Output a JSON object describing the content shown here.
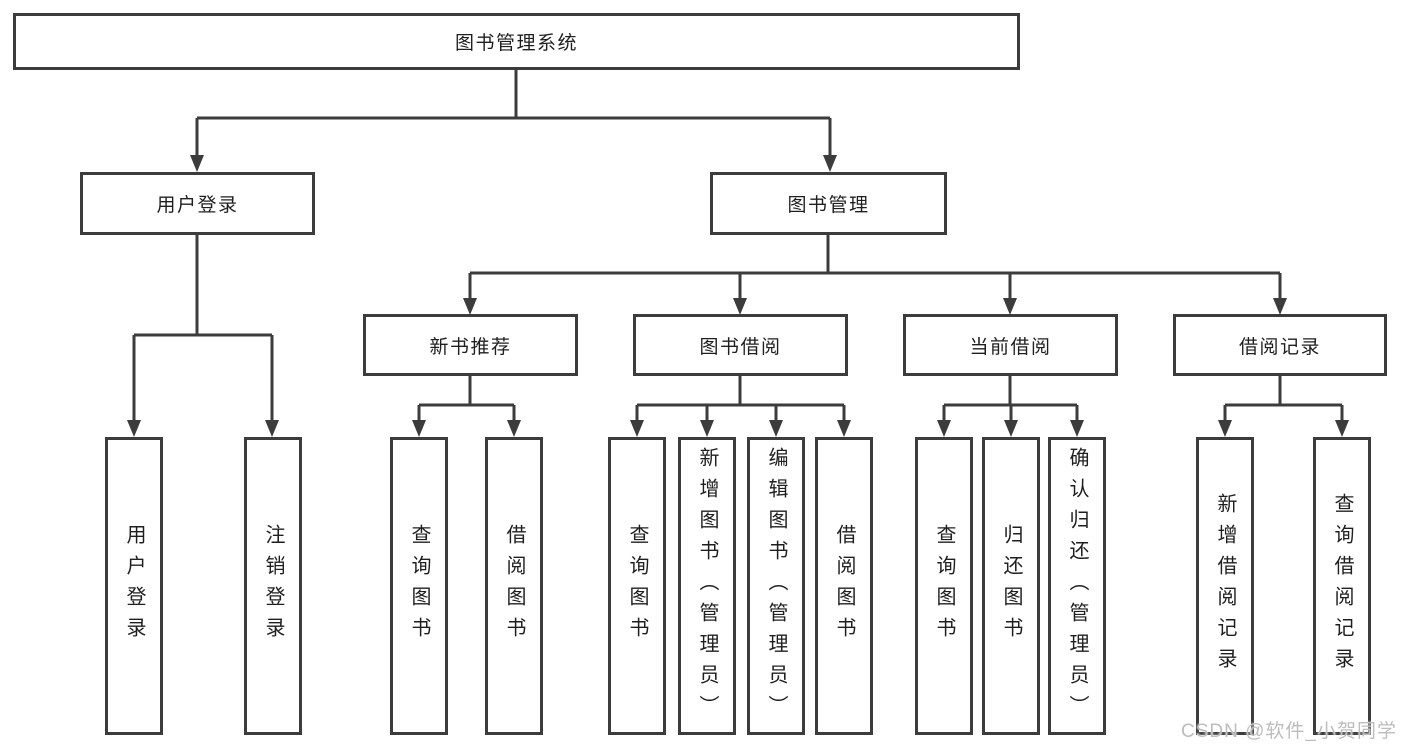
{
  "title": "图书管理系统",
  "watermark": "CSDN @软件_小贺同学",
  "colors": {
    "line": "#3c3c3c",
    "text": "#1f1f1f",
    "background": "#ffffff",
    "watermark": "#bdbdbd"
  },
  "level1": [
    {
      "label": "用户登录"
    },
    {
      "label": "图书管理"
    }
  ],
  "level2": [
    {
      "label": "新书推荐"
    },
    {
      "label": "图书借阅"
    },
    {
      "label": "当前借阅"
    },
    {
      "label": "借阅记录"
    }
  ],
  "leaves": [
    {
      "group": "用户登录",
      "label": "用户登录"
    },
    {
      "group": "用户登录",
      "label": "注销登录"
    },
    {
      "group": "新书推荐",
      "label": "查询图书"
    },
    {
      "group": "新书推荐",
      "label": "借阅图书"
    },
    {
      "group": "图书借阅",
      "label": "查询图书"
    },
    {
      "group": "图书借阅",
      "label": "新增图书（管理员）"
    },
    {
      "group": "图书借阅",
      "label": "编辑图书（管理员）"
    },
    {
      "group": "图书借阅",
      "label": "借阅图书"
    },
    {
      "group": "当前借阅",
      "label": "查询图书"
    },
    {
      "group": "当前借阅",
      "label": "归还图书"
    },
    {
      "group": "当前借阅",
      "label": "确认归还（管理员）"
    },
    {
      "group": "借阅记录",
      "label": "新增借阅记录"
    },
    {
      "group": "借阅记录",
      "label": "查询借阅记录"
    }
  ]
}
